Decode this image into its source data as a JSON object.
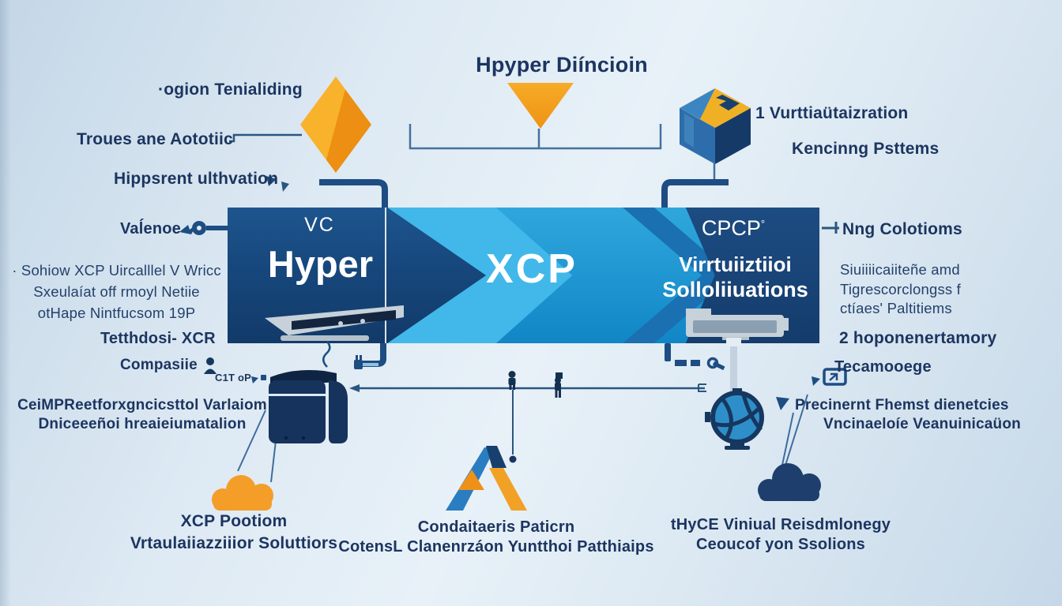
{
  "title": "Hpyper Diíncioin",
  "top_left": {
    "item1": "·ogion Tenialiding",
    "item2": "Troues ane Aototiic",
    "item3": "Hippsrent ulthvation"
  },
  "top_right": {
    "item1": "1 Vurttiaütaizration",
    "item2": "Kencinng Psttems"
  },
  "left_column": {
    "valence": "Vaĺenoe",
    "block": [
      "· Sohiow XCP Uircalllel V Wricc",
      "Sxeulaíat off rmoyl Netiie",
      "otHape Nintfucsom 19P"
    ],
    "tetthdosi": "Tetthdosi- XCR",
    "compasiie": "Compasiie",
    "c1t": "C1T oP",
    "line1": "CeiMPReetforxgncicsttol Varlaiom",
    "line2": "Dniceeeñoi hreaieiumatalion"
  },
  "right_column": {
    "ng": "Nng Colotioms",
    "block": [
      "Siuiiiicaiiteñe amd",
      "Tigrescorclongss f",
      "ctíaes' Paltitiems"
    ],
    "hopo": "2 hoponenertamory",
    "tec": "Tecamooege",
    "prec1": "Precinernt Fhemst dienetcies",
    "prec2": "Vncinaeloíe Veanuinicaüon"
  },
  "banner": {
    "vc": "VC",
    "hyper": "Hyper",
    "xcp": "XCP",
    "cpcp": "CPCP",
    "cpcp_mark": "°",
    "right_line1": "Virrtuiiztiioi",
    "right_line2": "Solloliiuations"
  },
  "bottom_left": {
    "line1": "XCP Pootiom",
    "line2": "Vrtaulaiiazziiior Soluttiors"
  },
  "bottom_center": {
    "line1": "Condaitaeris Paticrn",
    "line2": "CotensL Clanenrzáon Yuntthoi Patthiaips"
  },
  "bottom_right": {
    "line1": "tHyCE Viniual Reisdmlonegy",
    "line2": "Ceoucof yon Ssolions"
  },
  "colors": {
    "accent_orange": "#f2a127",
    "navy": "#16375f",
    "banner_blue": "#1b9ad2",
    "banner_navy": "#16477c",
    "text_navy": "#1c3560",
    "background": "#dce9f3"
  },
  "icons": {
    "diamond_icon": "orange faceted diamond",
    "triangle_icon": "orange inverted triangle",
    "cube_icon": "isometric blue-yellow cube",
    "server_left_icon": "gray console wedge",
    "server_right_icon": "gray tray",
    "fridge_icon": "dark cabinet with curved door",
    "globe_icon": "blue wire globe on rod",
    "cloud_left_icon": "orange cloud",
    "cloud_right_icon": "navy cloud",
    "a_logo_icon": "blue-orange letter A",
    "person_icons": "figures on tightrope",
    "plug_icon": "power plug",
    "wrench_icon": "wrench"
  }
}
